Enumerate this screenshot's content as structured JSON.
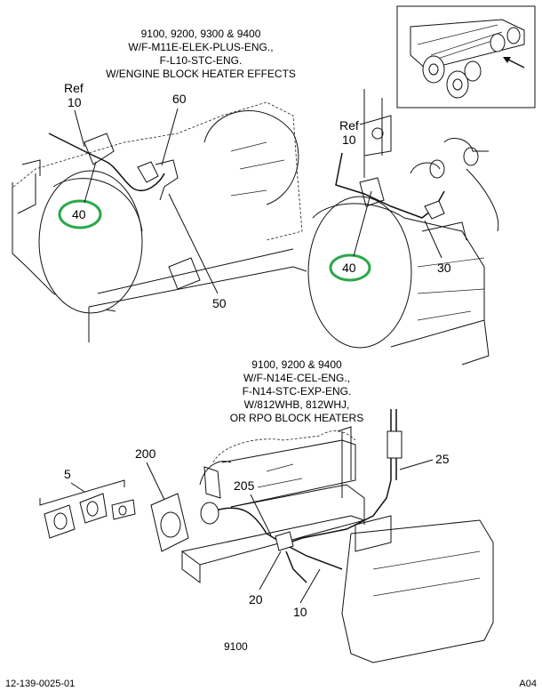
{
  "top_left_caption": [
    "9100, 9200, 9300 & 9400",
    "W/F-M11E-ELEK-PLUS-ENG.,",
    "F-L10-STC-ENG.",
    "W/ENGINE BLOCK HEATER EFFECTS"
  ],
  "middle_caption": [
    "9100, 9200 & 9400",
    "W/F-N14E-CEL-ENG.,",
    "F-N14-STC-EXP-ENG.",
    "W/812WHB, 812WHJ,",
    "OR RPO BLOCK HEATERS"
  ],
  "callouts": {
    "ref_label_left": "Ref",
    "ref_num_left": "10",
    "c60": "60",
    "c40_left": "40",
    "c50": "50",
    "ref_label_right": "Ref",
    "ref_num_right": "10",
    "c40_right": "40",
    "c30": "30",
    "c200": "200",
    "c5": "5",
    "c205": "205",
    "c25": "25",
    "c20": "20",
    "c10": "10"
  },
  "model_label": "9100",
  "footer": {
    "doc_number": "12-139-0025-01",
    "sheet": "A04"
  },
  "highlight_color": "#2aa84a"
}
